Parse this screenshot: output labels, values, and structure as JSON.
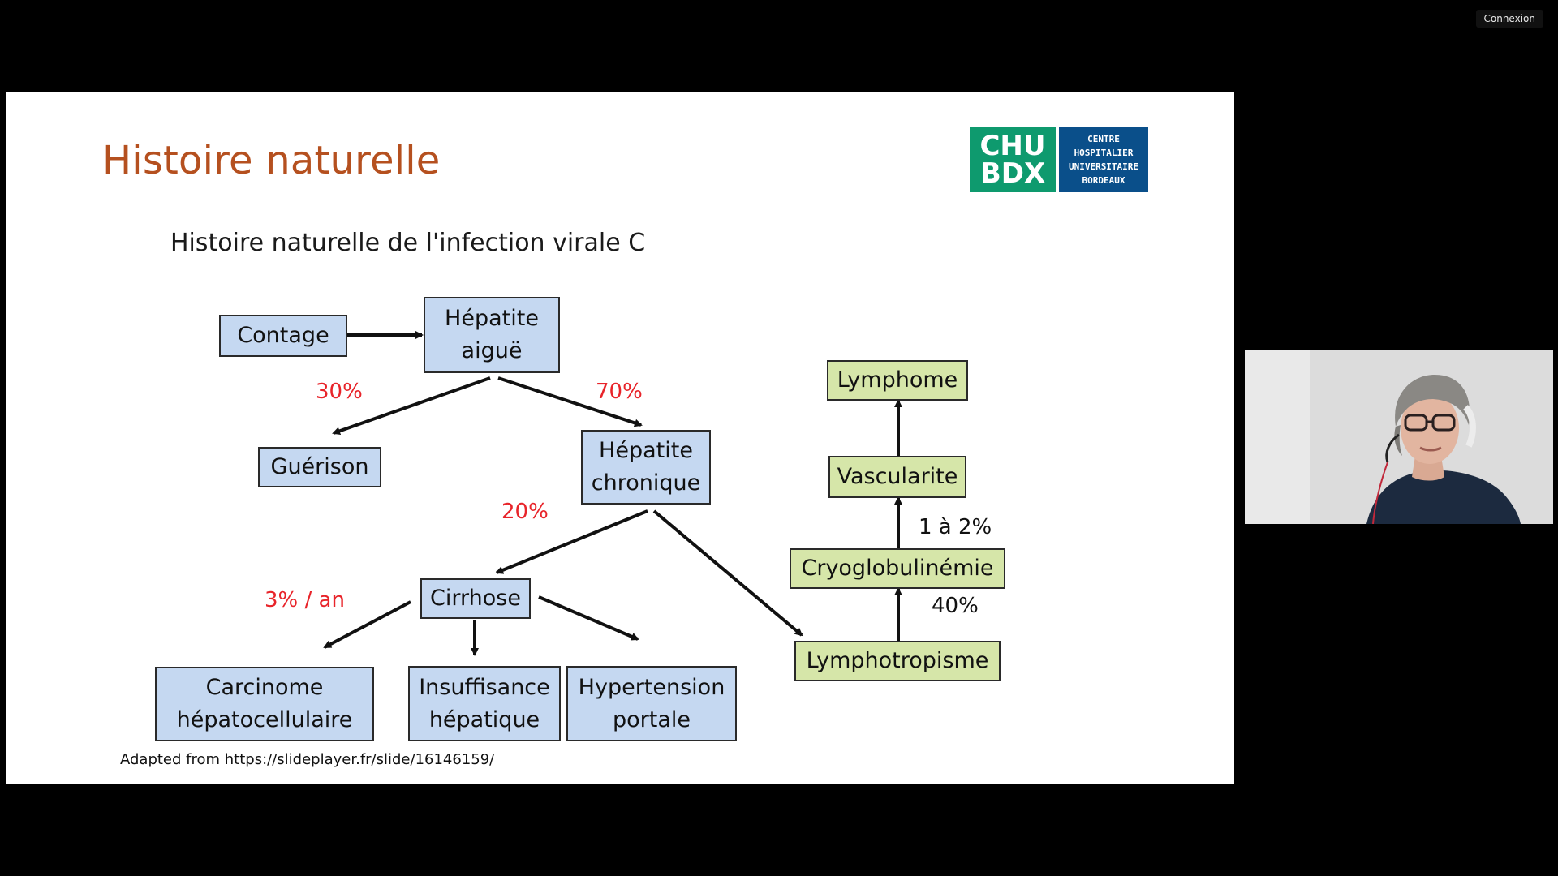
{
  "topbar": {
    "connection_label": "Connexion"
  },
  "slide": {
    "title": "Histoire naturelle",
    "subtitle": "Histoire naturelle de l'infection virale C",
    "logo": {
      "line1": "CHU",
      "line2": "BDX",
      "right_lines": [
        "CENTRE",
        "HOSPITALIER",
        "UNIVERSITAIRE",
        "BORDEAUX"
      ]
    },
    "nodes": {
      "contage": "Contage",
      "hepatite_aigue": [
        "Hépatite",
        "aiguë"
      ],
      "guerison": "Guérison",
      "hepatite_chronique": [
        "Hépatite",
        "chronique"
      ],
      "cirrhose": "Cirrhose",
      "carcinome": [
        "Carcinome",
        "hépatocellulaire"
      ],
      "insuffisance": [
        "Insuffisance",
        "hépatique"
      ],
      "hypertension": [
        "Hypertension",
        "portale"
      ],
      "lymphome": "Lymphome",
      "vascularite": "Vascularite",
      "cryoglobulinemie": "Cryoglobulinémie",
      "lymphotropisme": "Lymphotropisme"
    },
    "labels": {
      "pct_30": "30%",
      "pct_70": "70%",
      "pct_20": "20%",
      "pct_3_an": "3% / an",
      "pct_1_2": "1 à 2%",
      "pct_40": "40%"
    },
    "footer": "Adapted from https://slideplayer.fr/slide/16146159/"
  },
  "colors": {
    "title": "#b5501f",
    "percent_red": "#e8242a",
    "node_blue": "#c5d8f1",
    "node_green": "#d6e6a9",
    "logo_green": "#0e9a6e",
    "logo_blue": "#0a4f8a"
  }
}
